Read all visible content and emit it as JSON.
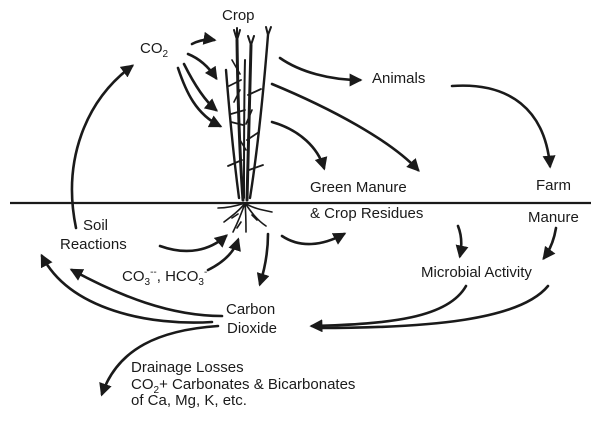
{
  "labels": {
    "crop": "Crop",
    "co2_top": "CO2",
    "animals": "Animals",
    "farm": "Farm",
    "manure": "Manure",
    "green_manure_1": "Green Manure",
    "green_manure_2": "& Crop Residues",
    "soil": "Soil",
    "reactions": "Reactions",
    "carbonate": "CO3",
    "carbonate_charge": "--",
    "ion_sep": ",  ",
    "bicarbonate": "HCO3",
    "bicarbonate_charge": "-",
    "microbial": "Microbial Activity",
    "carbon": "Carbon",
    "dioxide": "Dioxide",
    "drainage_1": "Drainage Losses",
    "drainage_2": "CO2+ Carbonates & Bicarbonates",
    "drainage_3": "of Ca, Mg, K, etc."
  },
  "colors": {
    "ink": "#1a1a1a",
    "background": "#ffffff"
  }
}
